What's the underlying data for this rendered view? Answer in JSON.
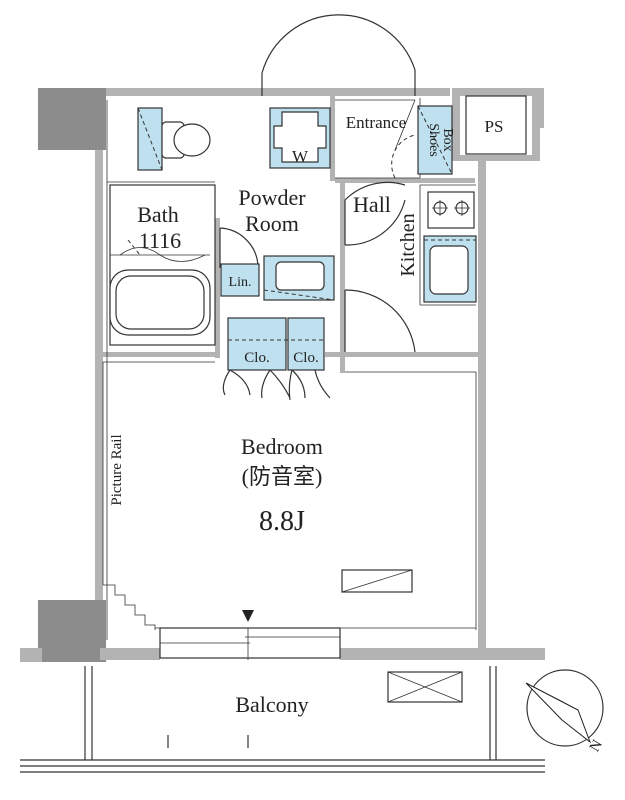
{
  "rooms": {
    "entrance": "Entrance",
    "ps": "PS",
    "shoes_box_1": "Shoes",
    "shoes_box_2": "Box",
    "powder_room_1": "Powder",
    "powder_room_2": "Room",
    "washer": "W",
    "hall": "Hall",
    "bath": "Bath",
    "bath_size": "1116",
    "kitchen": "Kitchen",
    "linen": "Lin.",
    "closet_1": "Clo.",
    "closet_2": "Clo.",
    "bedroom": "Bedroom",
    "bedroom_sub": "(防音室)",
    "bedroom_size": "8.8J",
    "picture_rail": "Picture Rail",
    "balcony": "Balcony",
    "north": "N"
  },
  "colors": {
    "wall": "#b3b3b3",
    "fixture": "#bfe0ee"
  }
}
